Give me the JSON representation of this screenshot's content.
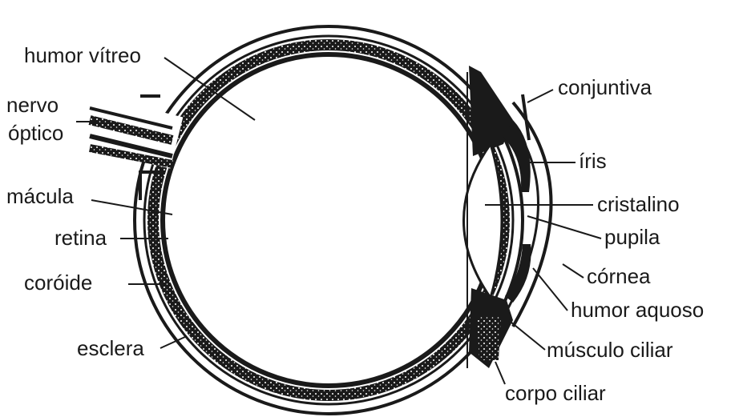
{
  "labels": {
    "humor_vitreo": "humor vítreo",
    "nervo": "nervo",
    "optico": "óptico",
    "macula": "mácula",
    "retina": "retina",
    "coroide": "coróide",
    "esclera": "esclera",
    "conjuntiva": "conjuntiva",
    "iris": "íris",
    "cristalino": "cristalino",
    "pupila": "pupila",
    "cornea": "córnea",
    "humor_aquoso": "humor aquoso",
    "musculo_ciliar": "músculo ciliar",
    "corpo_ciliar": "corpo ciliar"
  },
  "colors": {
    "ink": "#1a1a1a",
    "paper": "#ffffff"
  }
}
